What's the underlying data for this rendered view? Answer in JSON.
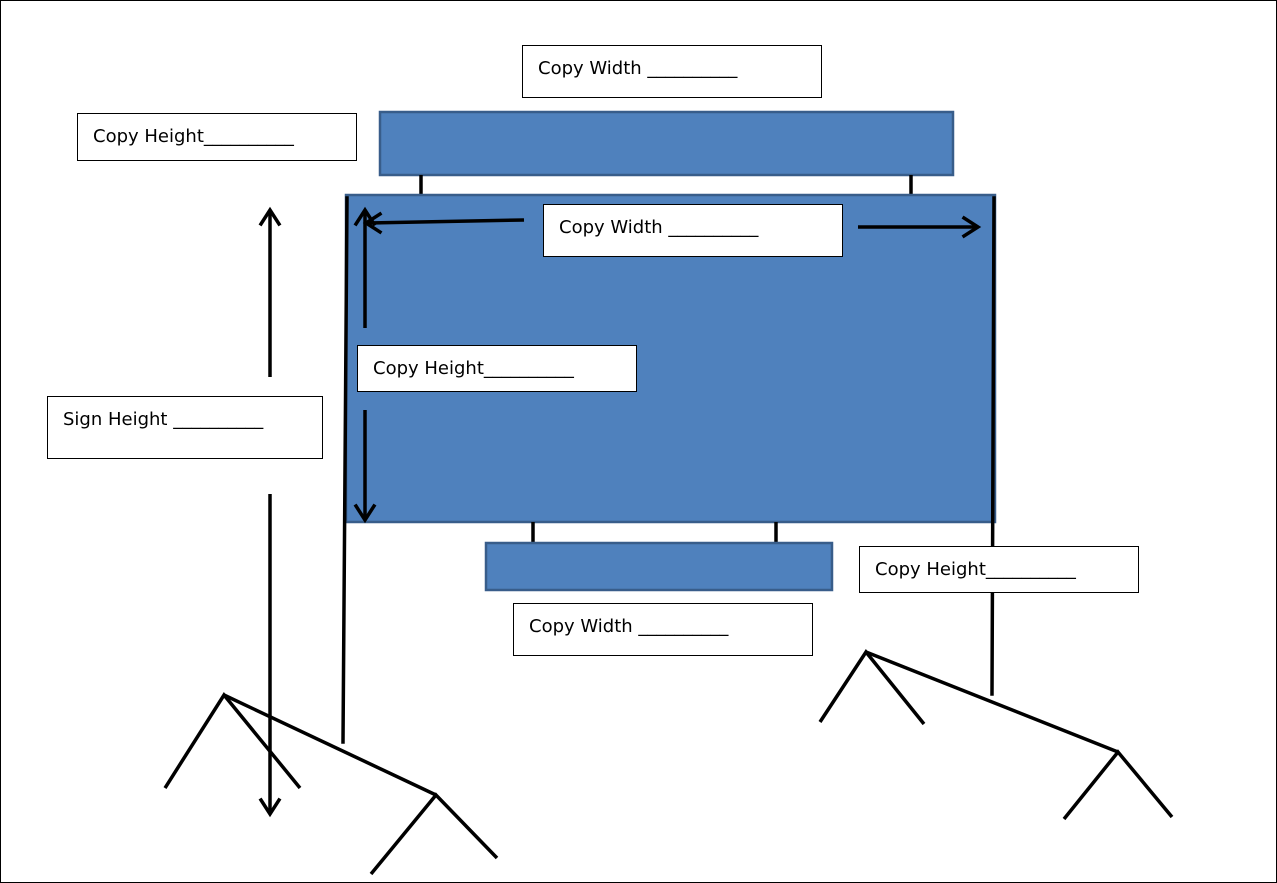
{
  "labels": {
    "copy_width_top": "Copy Width __________",
    "copy_height_top": "Copy Height__________",
    "copy_width_main": "Copy Width __________",
    "copy_height_main": "Copy Height__________",
    "sign_height": "Sign Height  __________",
    "copy_height_right": "Copy Height__________",
    "copy_width_bottom": "Copy Width __________"
  },
  "colors": {
    "panel_fill": "#4f81bd",
    "panel_stroke": "#385d8a",
    "line": "#000000"
  }
}
